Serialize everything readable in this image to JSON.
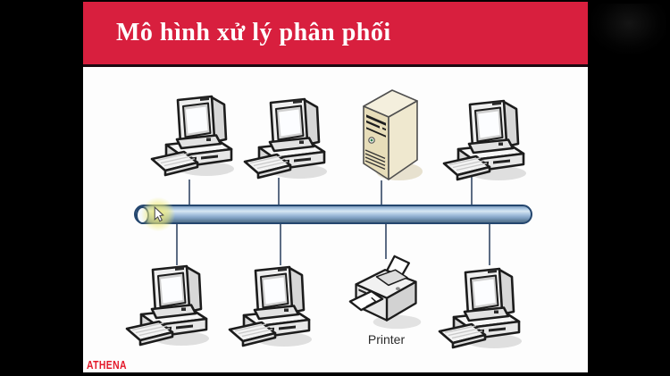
{
  "slide": {
    "title": "Mô hình xử lý phân phối",
    "header_bg_color": "#d81f3e",
    "title_color": "#ffffff",
    "body_bg_color": "#fdfdfd"
  },
  "diagram": {
    "type": "bus-network-topology",
    "bus": {
      "name": "network-bus",
      "fill_color": "#8fafd2",
      "outline_color": "#24466e"
    },
    "connector_color": "#5c6c84",
    "devices": [
      {
        "id": "workstation-top-1",
        "type": "workstation",
        "icon": "desktop-computer-icon",
        "row": "top"
      },
      {
        "id": "workstation-top-2",
        "type": "workstation",
        "icon": "desktop-computer-icon",
        "row": "top"
      },
      {
        "id": "server",
        "type": "server",
        "icon": "server-tower-icon",
        "row": "top"
      },
      {
        "id": "workstation-top-3",
        "type": "workstation",
        "icon": "desktop-computer-icon",
        "row": "top"
      },
      {
        "id": "workstation-bottom-1",
        "type": "workstation",
        "icon": "desktop-computer-icon",
        "row": "bottom"
      },
      {
        "id": "workstation-bottom-2",
        "type": "workstation",
        "icon": "desktop-computer-icon",
        "row": "bottom"
      },
      {
        "id": "printer",
        "type": "printer",
        "icon": "printer-icon",
        "row": "bottom",
        "label": "Printer"
      },
      {
        "id": "workstation-bottom-3",
        "type": "workstation",
        "icon": "desktop-computer-icon",
        "row": "bottom"
      }
    ],
    "printer_label": "Printer"
  },
  "cursor": {
    "icon": "arrow-pointer-icon",
    "highlight_color": "#f0eb78"
  },
  "watermark": {
    "text": "ATHENA",
    "color": "#e41a2b"
  }
}
